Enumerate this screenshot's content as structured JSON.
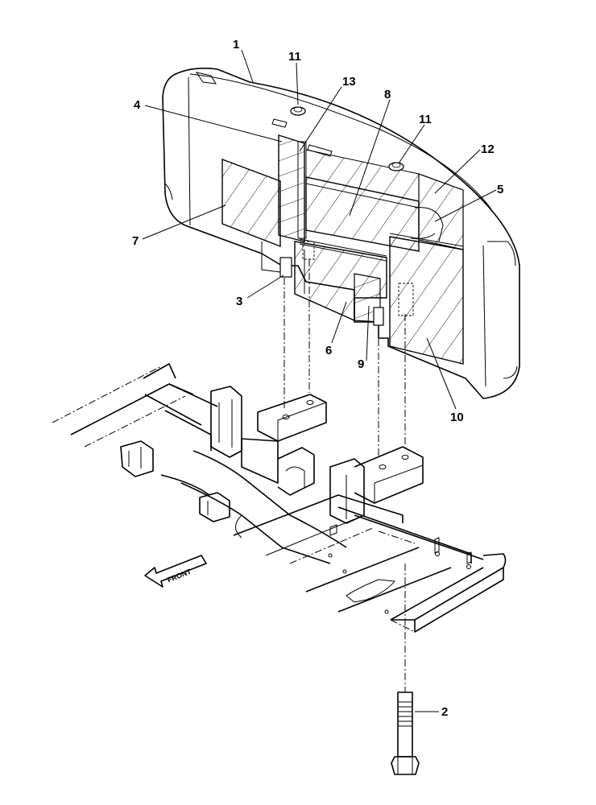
{
  "callouts": [
    {
      "id": "c1",
      "label": "1"
    },
    {
      "id": "c11a",
      "label": "11"
    },
    {
      "id": "c13",
      "label": "13"
    },
    {
      "id": "c4",
      "label": "4"
    },
    {
      "id": "c8",
      "label": "8"
    },
    {
      "id": "c11b",
      "label": "11"
    },
    {
      "id": "c12",
      "label": "12"
    },
    {
      "id": "c5",
      "label": "5"
    },
    {
      "id": "c7",
      "label": "7"
    },
    {
      "id": "c3",
      "label": "3"
    },
    {
      "id": "c6",
      "label": "6"
    },
    {
      "id": "c9",
      "label": "9"
    },
    {
      "id": "c10",
      "label": "10"
    },
    {
      "id": "c2",
      "label": "2"
    }
  ],
  "front_arrow": {
    "label": "FRONT"
  }
}
